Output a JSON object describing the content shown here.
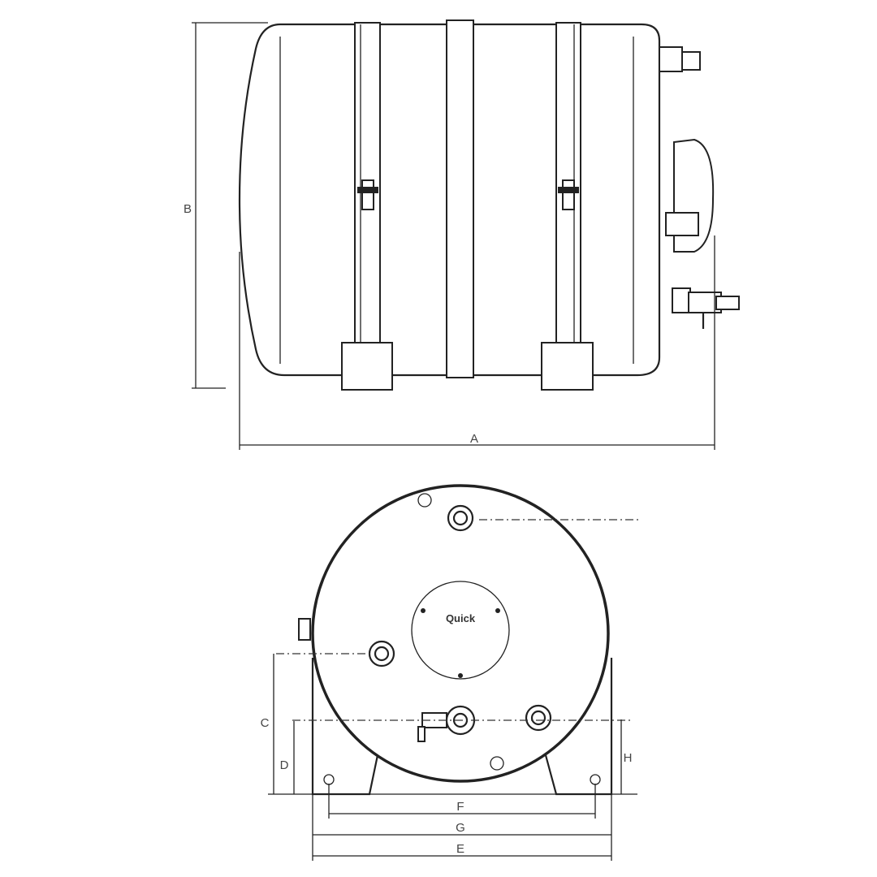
{
  "labels": {
    "A": "A",
    "B": "B",
    "C": "C",
    "D": "D",
    "E": "E",
    "F": "F",
    "G": "G",
    "H": "H"
  },
  "logo_text": "Quick",
  "colors": {
    "line": "#222222",
    "label": "#444444"
  }
}
